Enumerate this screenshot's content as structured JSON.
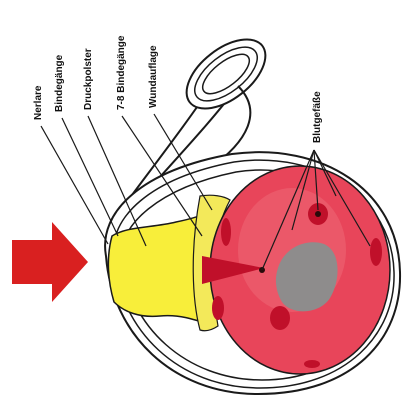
{
  "labels": {
    "nerve_tissue": "Nerlare",
    "bandage_turns": "Bindegänge",
    "pressure_pad": "Druckpolster",
    "bandage_turns_7_8": "7-8 Bindegänge",
    "wound_dressing": "Wundauflage",
    "bleeding_points": "Blutgefäße"
  },
  "colors": {
    "tissue": "#e8455a",
    "tissue_light": "#f27a88",
    "bone": "#8e8c8c",
    "pad": "#f8ee3a",
    "wound_dressing": "#f3e95a",
    "vessels": "#c0102a",
    "arrow": "#d92020",
    "outline": "#1a1a1a"
  }
}
